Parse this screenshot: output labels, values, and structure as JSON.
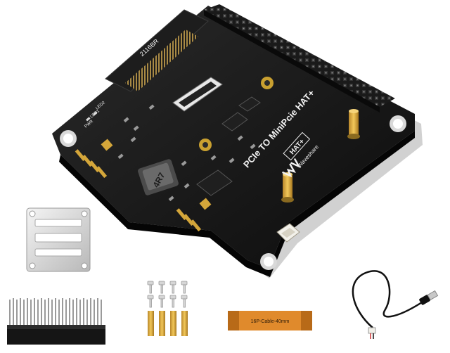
{
  "board": {
    "title": "PCIe TO MiniPcie HAT+",
    "hat_label": "HAT+",
    "brand": "Waveshare",
    "inductor_marking": "4R7",
    "connector_marking": "2116BR",
    "led_labels": [
      "PWR",
      "LED1",
      "LED2"
    ]
  },
  "accessories": {
    "cable_label": "16P-Cable-40mm"
  },
  "colors": {
    "pcb": "#141414",
    "gold": "#d4a63a",
    "ribbon": "#e08a2c",
    "silk": "#f2f2f2"
  }
}
